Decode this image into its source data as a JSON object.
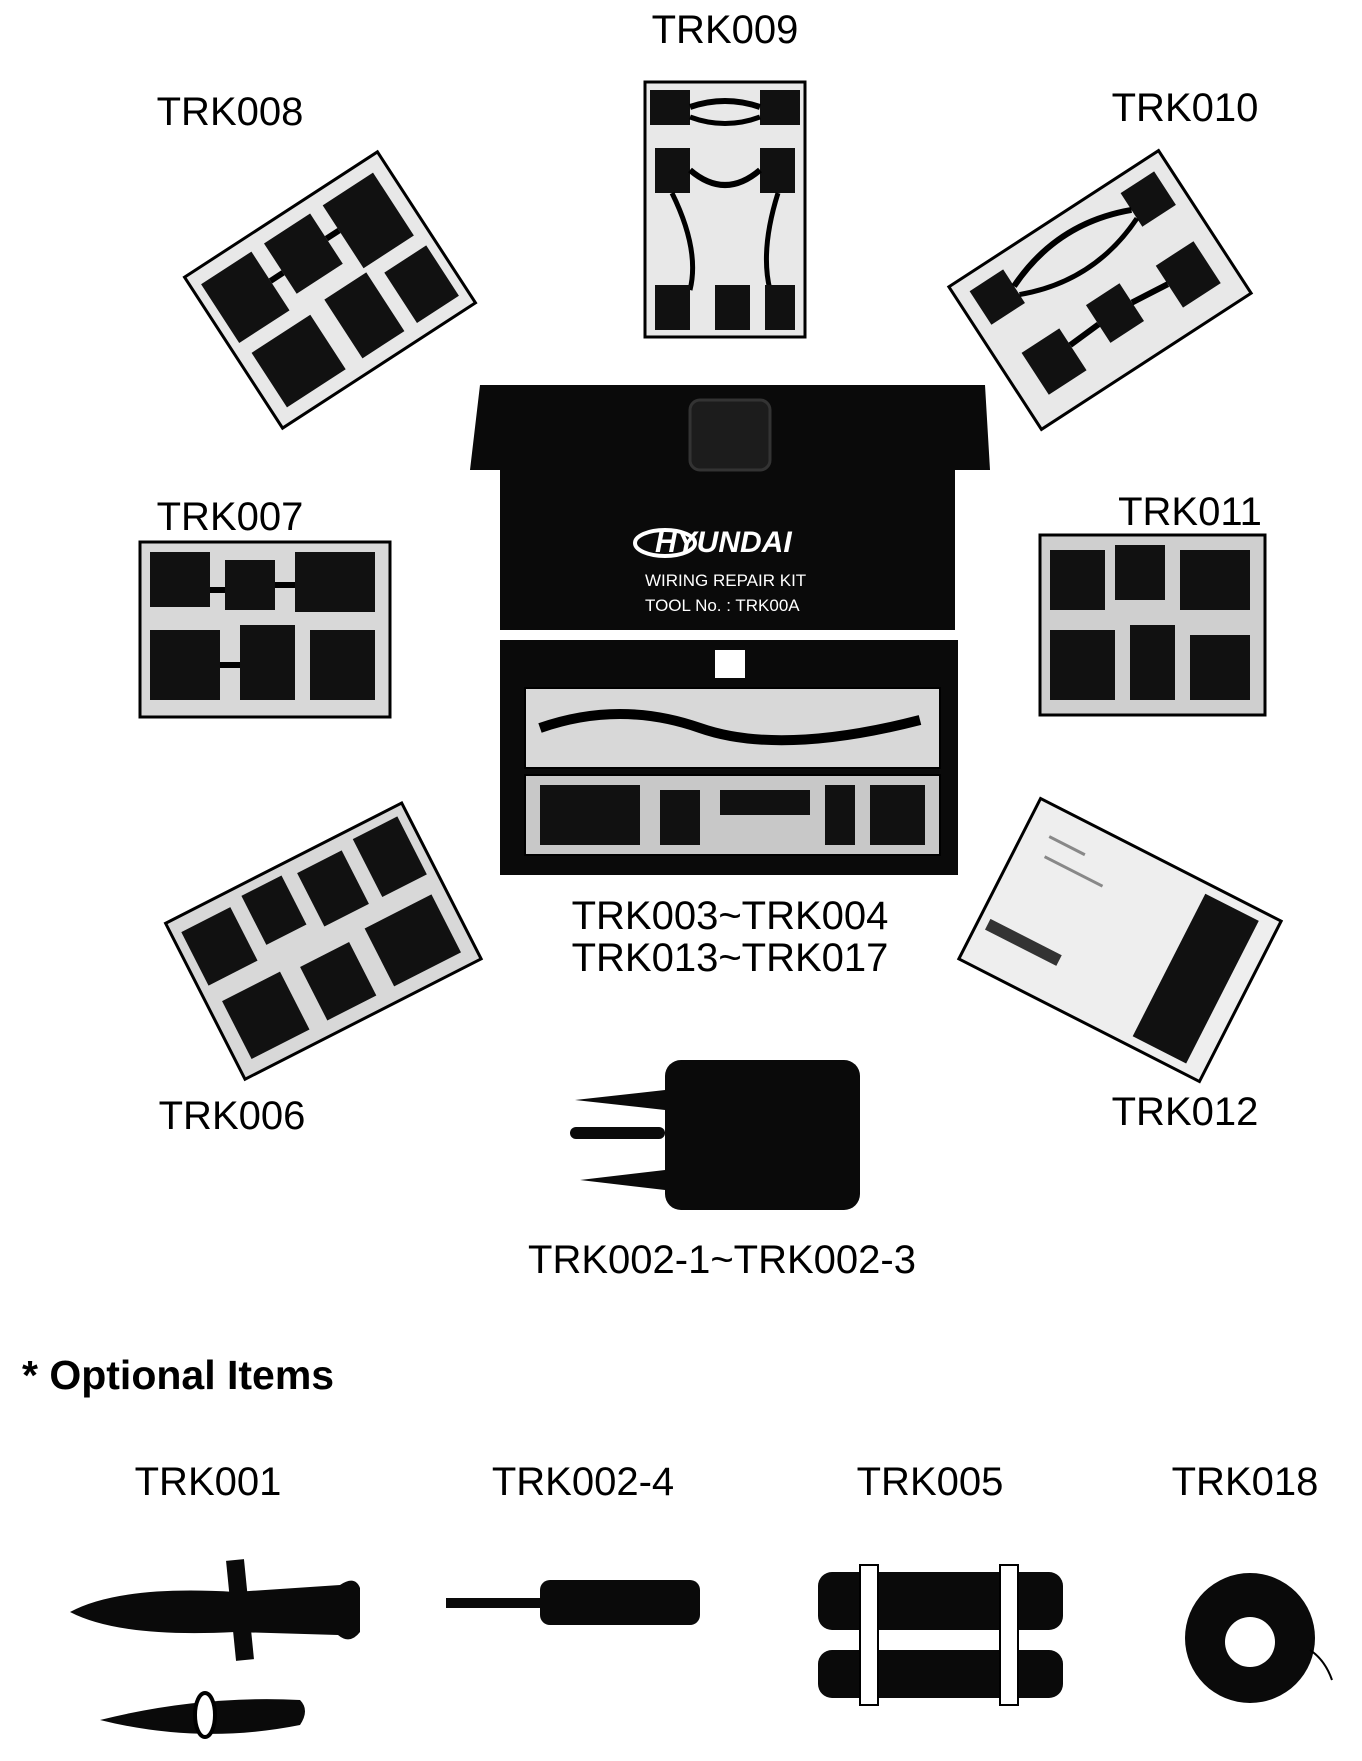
{
  "kit": {
    "brand_logo": "HYUNDAI",
    "kit_title": "WIRING REPAIR KIT",
    "tool_no": "TOOL No. : TRK00A"
  },
  "labels": {
    "trk009": "TRK009",
    "trk008": "TRK008",
    "trk010": "TRK010",
    "trk007": "TRK007",
    "trk011": "TRK011",
    "kit_line1": "TRK003~TRK004",
    "kit_line2": "TRK013~TRK017",
    "trk006": "TRK006",
    "trk012": "TRK012",
    "probe": "TRK002-1~TRK002-3"
  },
  "optional": {
    "title": "* Optional Items",
    "items": [
      "TRK001",
      "TRK002-4",
      "TRK005",
      "TRK018"
    ]
  },
  "colors": {
    "ink": "#000000",
    "paper": "#ffffff",
    "card": "#e8e8e8"
  }
}
